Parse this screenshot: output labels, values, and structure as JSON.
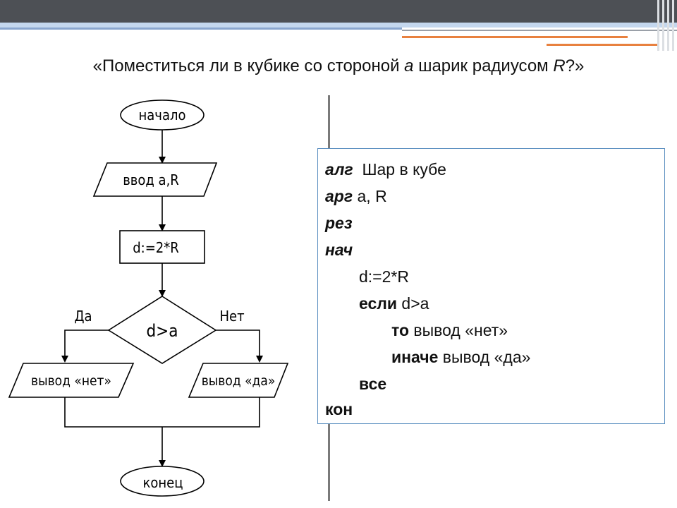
{
  "header": {
    "title_prefix": "«Поместиться ли в кубике со стороной ",
    "title_var_a": "a",
    "title_middle": " шарик радиусом ",
    "title_var_r": "R",
    "title_suffix": "?»"
  },
  "flowchart": {
    "start": "начало",
    "input": "ввод a,R",
    "assign": "d:=2*R",
    "condition": "d>a",
    "yes_label": "Да",
    "no_label": "Нет",
    "output_yes": "вывод «нет»",
    "output_no": "вывод «да»",
    "end": "конец"
  },
  "algorithm": {
    "alg_kw": "алг",
    "alg_name": "Шар в кубе",
    "arg_kw": "арг",
    "arg_vals": "a, R",
    "res_kw": "рез",
    "begin_kw": "нач",
    "assign": "d:=2*R",
    "if_kw": "если",
    "if_cond": "d>a",
    "then_kw": "то",
    "then_action": "вывод «нет»",
    "else_kw": "иначе",
    "else_action": "вывод «да»",
    "endif_kw": "все",
    "end_kw": "кон"
  }
}
